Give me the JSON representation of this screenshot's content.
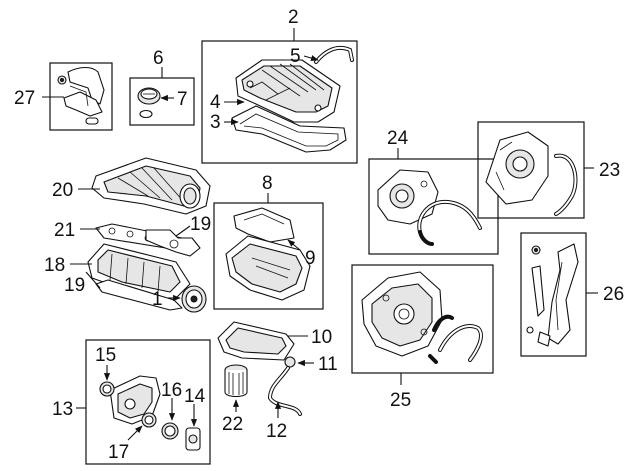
{
  "callouts": {
    "c1": "1",
    "c2": "2",
    "c3": "3",
    "c4": "4",
    "c5": "5",
    "c6": "6",
    "c7": "7",
    "c8": "8",
    "c9": "9",
    "c10": "10",
    "c11": "11",
    "c12": "12",
    "c13": "13",
    "c14": "14",
    "c15": "15",
    "c16": "16",
    "c17": "17",
    "c18": "18",
    "c19a": "19",
    "c19b": "19",
    "c20": "20",
    "c21": "21",
    "c22": "22",
    "c23": "23",
    "c24": "24",
    "c25": "25",
    "c26": "26",
    "c27": "27"
  }
}
